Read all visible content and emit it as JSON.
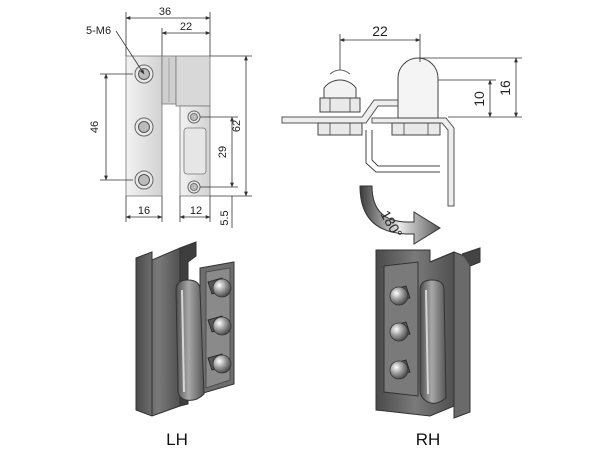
{
  "front_view": {
    "dim_total_width": "36",
    "dim_right_width": "22",
    "dim_screw": "5-M6",
    "dim_hole_spacing": "46",
    "dim_height": "62",
    "dim_slot": "29",
    "dim_bottom_offset": "5.5",
    "dim_left_leaf": "16",
    "dim_right_leaf": "12"
  },
  "side_view": {
    "dim_width": "22",
    "dim_height_small": "10",
    "dim_height_large": "16",
    "rotation": "180°"
  },
  "labels": {
    "left": "LH",
    "right": "RH"
  },
  "colors": {
    "metal_dark": "#5a5a5a",
    "metal_light": "#bdbdbd",
    "drawing_fill": "#e2e2e2"
  }
}
